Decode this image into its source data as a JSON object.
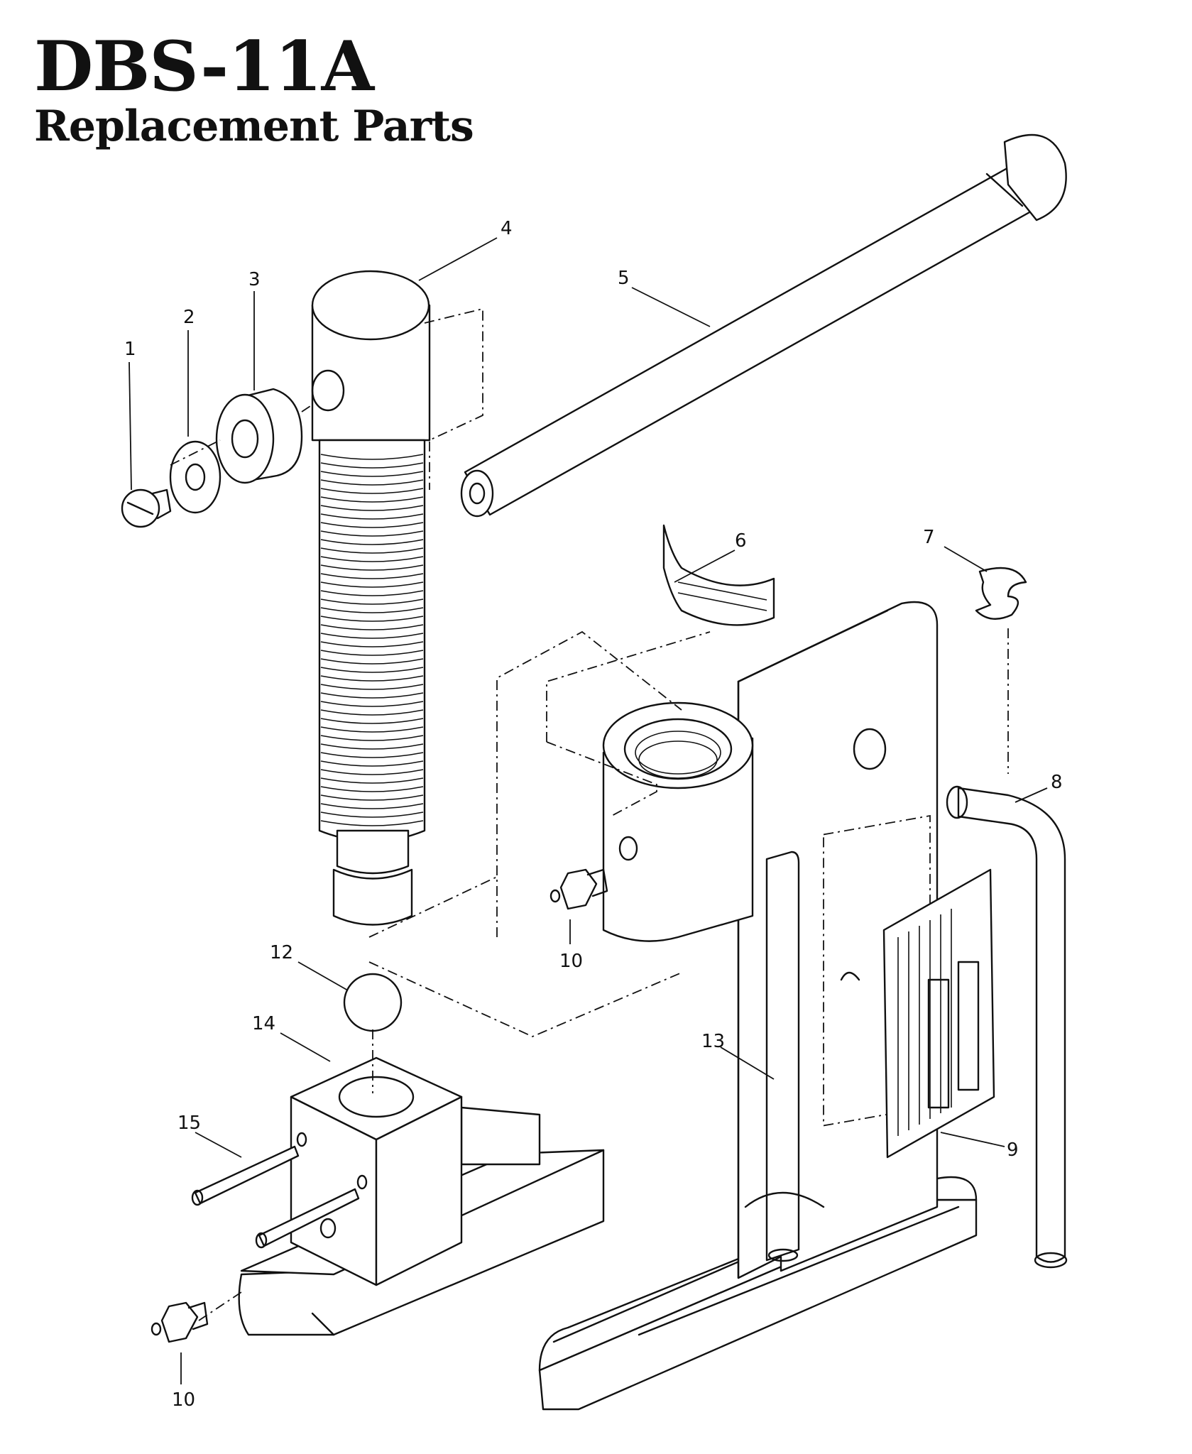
{
  "header": {
    "model": "DBS-11A",
    "subtitle": "Replacement Parts"
  },
  "callouts": {
    "p1": "1",
    "p2": "2",
    "p3": "3",
    "p4": "4",
    "p5": "5",
    "p6": "6",
    "p7": "7",
    "p8": "8",
    "p9": "9",
    "p10a": "10",
    "p10b": "10",
    "p12": "12",
    "p13": "13",
    "p14": "14",
    "p15": "15"
  },
  "colors": {
    "ink": "#111111",
    "paper": "#ffffff"
  }
}
